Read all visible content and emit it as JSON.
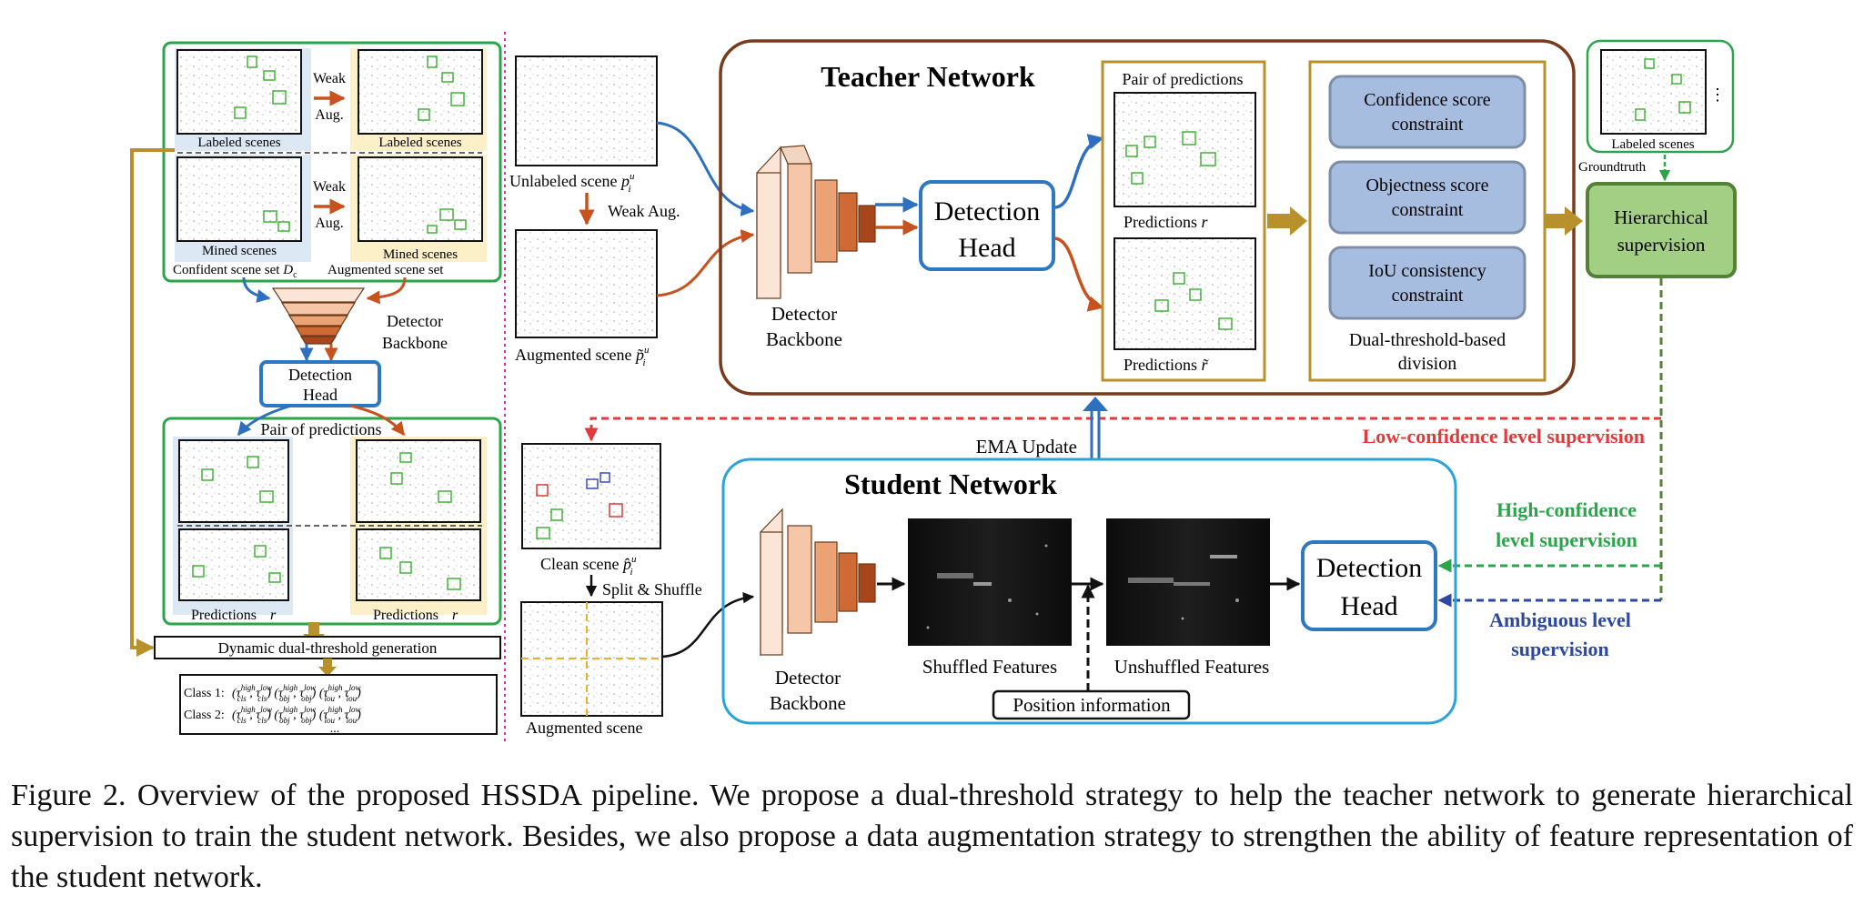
{
  "left_panel": {
    "weak_aug_1": [
      "Weak",
      "Aug."
    ],
    "weak_aug_2": [
      "Weak",
      "Aug."
    ],
    "labeled_scenes_1": "Labeled  scenes",
    "labeled_scenes_2": "Labeled  scenes",
    "mined_scenes_1": "Mined  scenes",
    "mined_scenes_2": "Mined  scenes",
    "confident_set": "Confident scene set",
    "confident_set_symbol": "D",
    "confident_set_sub": "c",
    "augmented_set": "Augmented scene set",
    "detector_backbone": [
      "Detector",
      "Backbone"
    ],
    "detection_head": [
      "Detection",
      "Head"
    ],
    "pair_of_predictions": "Pair of predictions",
    "predictions_left": "Predictions",
    "predictions_right": "Predictions",
    "dynamic_threshold": "Dynamic dual-threshold generation",
    "class1": "Class 1:",
    "class2": "Class 2:",
    "ellipsis": "..."
  },
  "middle_column": {
    "unlabeled_scene": "Unlabeled scene",
    "weak_aug": "Weak Aug.",
    "augmented_scene": "Augmented scene",
    "clean_scene": "Clean  scene",
    "split_shuffle": "Split & Shuffle",
    "augmented_scene_bottom": "Augmented scene"
  },
  "teacher": {
    "title": "Teacher Network",
    "backbone": [
      "Detector",
      "Backbone"
    ],
    "head": [
      "Detection",
      "Head"
    ],
    "pair_of_predictions": "Pair of predictions",
    "predictions_1": "Predictions",
    "predictions_2": "Predictions",
    "constraints": [
      [
        "Confidence score",
        "constraint"
      ],
      [
        "Objectness score",
        "constraint"
      ],
      [
        "IoU consistency",
        "constraint"
      ]
    ],
    "division_label": [
      "Dual-threshold-based",
      "division"
    ]
  },
  "right_column": {
    "labeled_scenes": "Labeled scenes",
    "groundtruth": "Groundtruth",
    "hierarchical": [
      "Hierarchical",
      "supervision"
    ],
    "low_conf": "Low-confidence level  supervision",
    "high_conf": [
      "High-confidence",
      "level supervision"
    ],
    "ambiguous": [
      "Ambiguous level",
      "supervision"
    ]
  },
  "student": {
    "title": "Student Network",
    "ema_update": "EMA Update",
    "backbone": [
      "Detector",
      "Backbone"
    ],
    "shuffled": "Shuffled Features",
    "unshuffled": "Unshuffled Features",
    "position_info": "Position information",
    "head": [
      "Detection",
      "Head"
    ]
  },
  "caption": "Figure 2.  Overview of the proposed HSSDA pipeline.  We propose a dual-threshold strategy to help the teacher network to generate hierarchical supervision to train the student network.  Besides, we also propose a data augmentation strategy to strengthen the ability of feature representation of the student network.",
  "colors": {
    "teacher_border": "#7a3a1c",
    "student_border": "#29a3d8",
    "green_border": "#2aa64a",
    "gold": "#b8902c",
    "head_border": "#2e77c1",
    "constraint_fill": "#a7bde0",
    "hier_fill": "#a3cf84",
    "low_conf": "#e23a3a",
    "high_conf": "#2aa64a",
    "ambiguous": "#2d48a0"
  }
}
